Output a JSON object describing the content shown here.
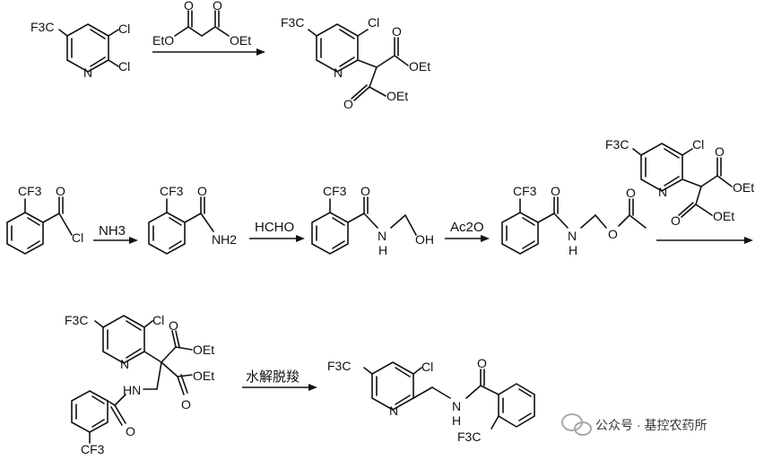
{
  "colors": {
    "ink": "#111111",
    "background": "#ffffff",
    "watermark": "#9a9a9a"
  },
  "reactions": [
    {
      "reagent": "EtO      OEt"
    },
    {
      "reagent": "NH3"
    },
    {
      "reagent": "HCHO"
    },
    {
      "reagent": "Ac2O"
    },
    {
      "reagent": ""
    },
    {
      "reagent": "水解脱羧"
    }
  ],
  "labels": {
    "cf3": "F3C",
    "cl": "Cl",
    "n": "N",
    "oet": "OEt",
    "eto": "EtO",
    "o": "O",
    "oh": "OH",
    "nh": "N",
    "h": "H",
    "nh2": "NH2",
    "acid_cl": "Cl",
    "cf3_right": "CF3"
  },
  "watermark": {
    "icon": "wechat-icon",
    "text": "公众号 · 基控农药所"
  }
}
